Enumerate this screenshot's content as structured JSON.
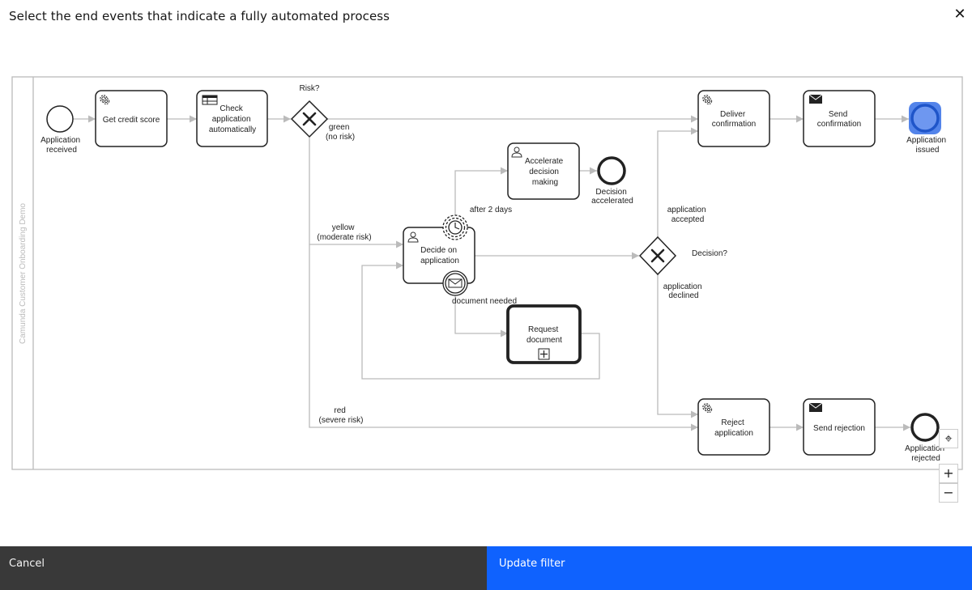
{
  "dialog": {
    "title": "Select the end events that indicate a fully automated process",
    "close_icon": "✕"
  },
  "diagram": {
    "pool_label": "Camunda Customer Onboarding Demo",
    "events": {
      "application_received": [
        "Application",
        "received"
      ],
      "decision_accelerated": [
        "Decision",
        "accelerated"
      ],
      "application_issued": [
        "Application",
        "issued"
      ],
      "application_rejected": [
        "Application",
        "rejected"
      ]
    },
    "tasks": {
      "get_credit_score": [
        "Get credit score"
      ],
      "check_application": [
        "Check",
        "application",
        "automatically"
      ],
      "accelerate_decision": [
        "Accelerate",
        "decision",
        "making"
      ],
      "decide_on_application": [
        "Decide on",
        "application"
      ],
      "request_document": [
        "Request",
        "document"
      ],
      "deliver_confirmation": [
        "Deliver",
        "confirmation"
      ],
      "send_confirmation": [
        "Send",
        "confirmation"
      ],
      "reject_application": [
        "Reject",
        "application"
      ],
      "send_rejection": [
        "Send rejection"
      ]
    },
    "gateways": {
      "risk": "Risk?",
      "decision": "Decision?"
    },
    "flow_labels": {
      "green": [
        "green",
        "(no risk)"
      ],
      "yellow": [
        "yellow",
        "(moderate risk)"
      ],
      "red": [
        "red",
        "(severe risk)"
      ],
      "after_2_days": [
        "after 2 days"
      ],
      "document_needed": [
        "document needed"
      ],
      "accepted": [
        "application",
        "accepted"
      ],
      "declined": [
        "application",
        "declined"
      ]
    },
    "selected_color": "#4a7de9"
  },
  "controls": {
    "reset": "⌖",
    "zoom_in": "+",
    "zoom_out": "−"
  },
  "footer": {
    "cancel_label": "Cancel",
    "update_label": "Update filter"
  }
}
